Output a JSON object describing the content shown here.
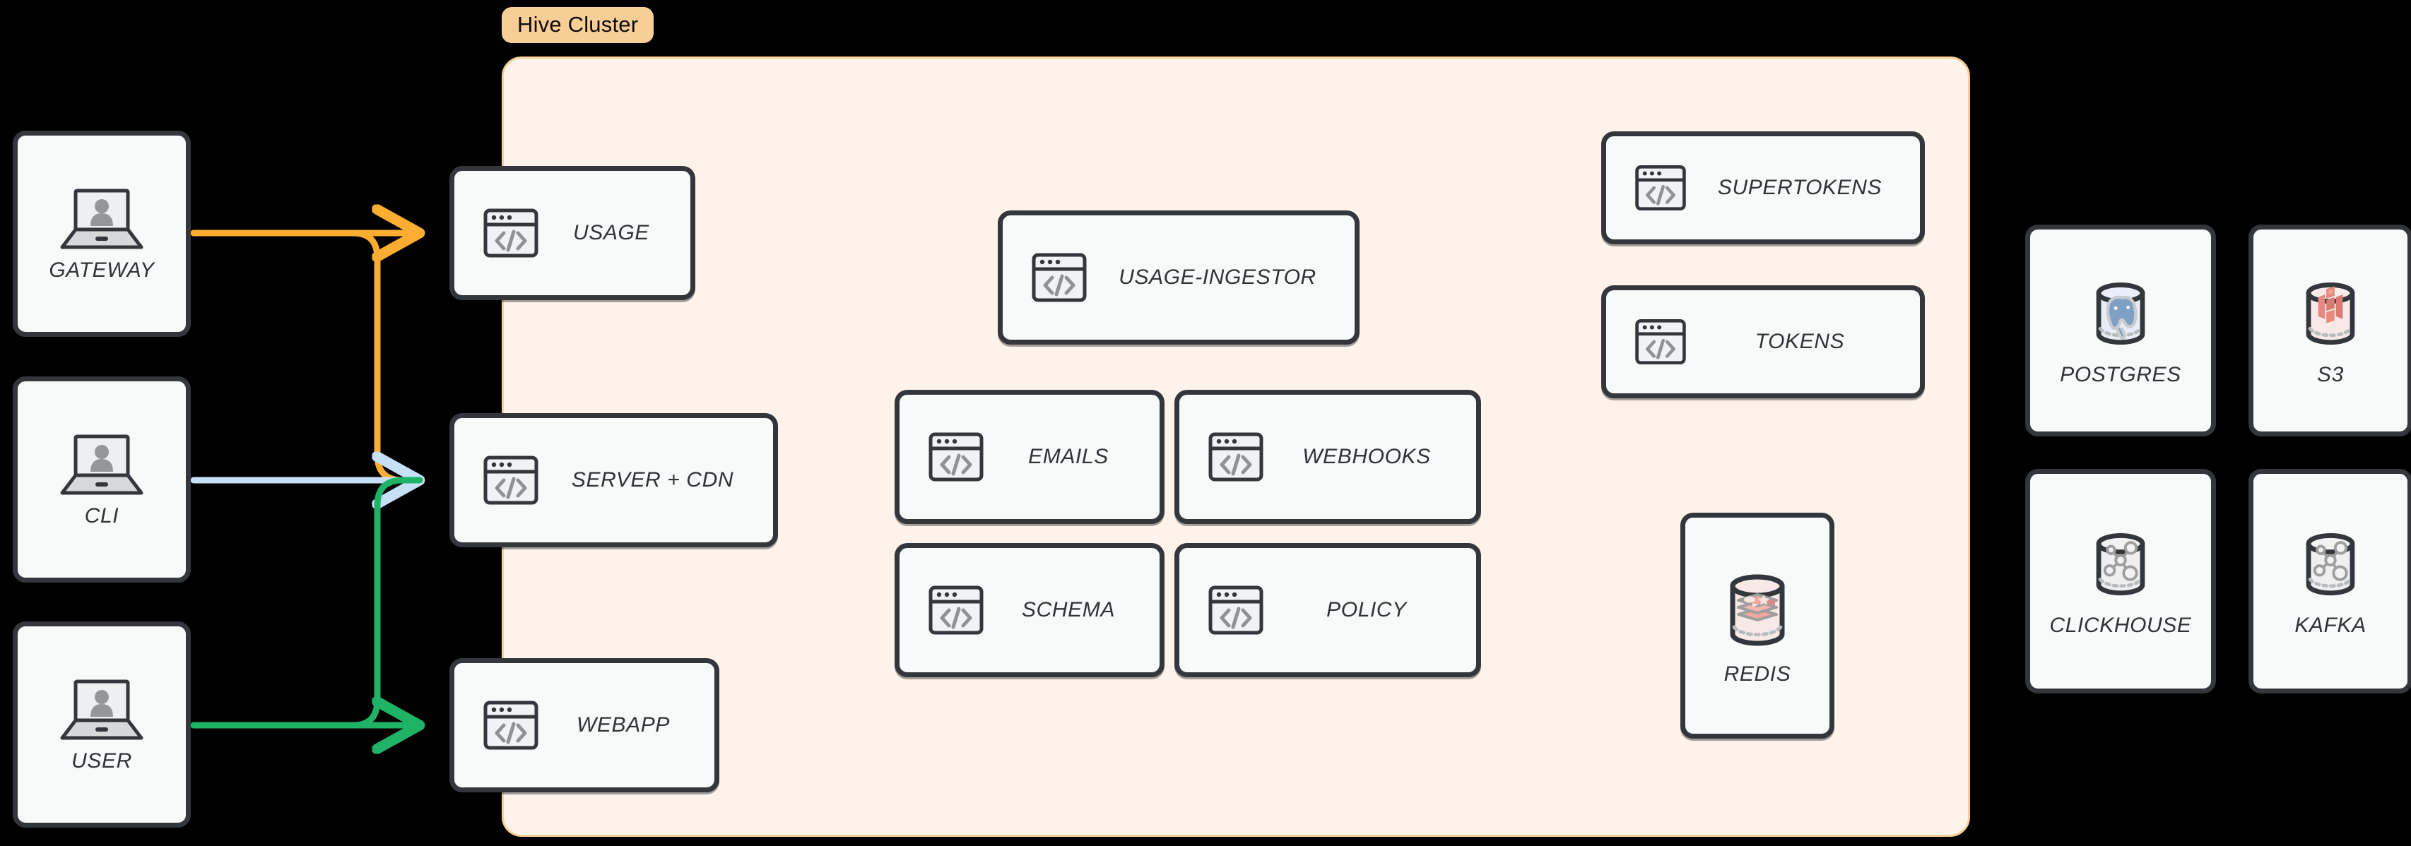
{
  "background_color": "#000000",
  "cluster": {
    "badge_label": "Hive Cluster",
    "badge_bg": "#F8CE97",
    "panel_bg": "#FDF3EA",
    "panel_border": "#F8CE97"
  },
  "palette": {
    "node_fill": "#F8F9F9",
    "node_stroke": "#33373B",
    "label_text": "#2F3337",
    "arrow_orange": "#FCAD32",
    "arrow_blue": "#C5E0F7",
    "arrow_green": "#1FB366",
    "icon_gray": "#8E9295",
    "postgres_blue": "#7DA0C4",
    "s3_red": "#E8897F",
    "redis_pink": "#F2A79E"
  },
  "clients": [
    {
      "label": "GATEWAY",
      "icon": "laptop-user-icon"
    },
    {
      "label": "CLI",
      "icon": "laptop-user-icon"
    },
    {
      "label": "USER",
      "icon": "laptop-user-icon"
    }
  ],
  "edge_services": [
    {
      "label": "USAGE",
      "icon": "code-window-icon"
    },
    {
      "label": "SERVER + CDN",
      "icon": "code-window-icon"
    },
    {
      "label": "WEBAPP",
      "icon": "code-window-icon"
    }
  ],
  "core_services": [
    {
      "label": "USAGE-INGESTOR",
      "icon": "code-window-icon"
    },
    {
      "label": "EMAILS",
      "icon": "code-window-icon"
    },
    {
      "label": "WEBHOOKS",
      "icon": "code-window-icon"
    },
    {
      "label": "SCHEMA",
      "icon": "code-window-icon"
    },
    {
      "label": "POLICY",
      "icon": "code-window-icon"
    }
  ],
  "auth_services": [
    {
      "label": "SUPERTOKENS",
      "icon": "code-window-icon"
    },
    {
      "label": "TOKENS",
      "icon": "code-window-icon"
    }
  ],
  "cache": {
    "label": "REDIS",
    "icon": "redis-database-icon"
  },
  "datastores": [
    {
      "label": "POSTGRES",
      "icon": "postgres-database-icon"
    },
    {
      "label": "S3",
      "icon": "s3-database-icon"
    },
    {
      "label": "CLICKHOUSE",
      "icon": "generic-database-icon"
    },
    {
      "label": "KAFKA",
      "icon": "generic-database-icon"
    }
  ],
  "connections": [
    {
      "from": "GATEWAY",
      "to": "SERVER + CDN",
      "color": "#FCAD32",
      "name": "gateway-to-server-edge"
    },
    {
      "from": "GATEWAY",
      "to": "USAGE",
      "color": "#FCAD32",
      "name": "gateway-to-usage-edge"
    },
    {
      "from": "CLI",
      "to": "SERVER + CDN",
      "color": "#C5E0F7",
      "name": "cli-to-server-edge"
    },
    {
      "from": "USER",
      "to": "SERVER + CDN",
      "color": "#1FB366",
      "name": "user-to-server-edge"
    },
    {
      "from": "USER",
      "to": "WEBAPP",
      "color": "#1FB366",
      "name": "user-to-webapp-edge"
    }
  ]
}
